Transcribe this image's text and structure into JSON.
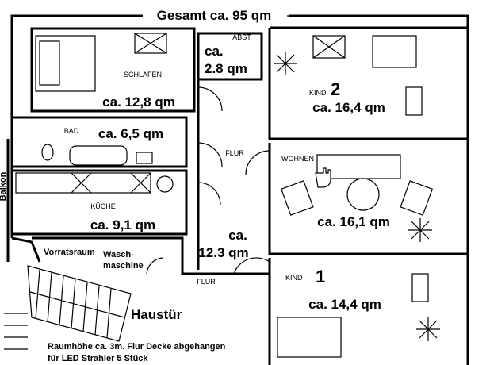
{
  "title": "Gesamt ca. 95 qm",
  "rooms": {
    "schlafen": {
      "label": "SCHLAFEN",
      "area": "ca. 12,8 qm"
    },
    "abst": {
      "label": "ABST",
      "area_line1": "ca.",
      "area_line2": "2.8 qm"
    },
    "bad": {
      "label": "BAD",
      "area": "ca. 6,5 qm"
    },
    "kueche": {
      "label": "KÜCHE",
      "area": "ca. 9,1 qm"
    },
    "flur": {
      "label": "FLUR",
      "area_line1": "ca.",
      "area_line2": "12.3 qm"
    },
    "flur2": {
      "label": "FLUR"
    },
    "kind2": {
      "label": "KIND",
      "number": "2",
      "area": "ca. 16,4 qm"
    },
    "wohnen": {
      "label": "WOHNEN",
      "area": "ca. 16,1 qm"
    },
    "kind1": {
      "label": "KIND",
      "number": "1",
      "area": "ca. 14,4 qm"
    },
    "vorratsraum": {
      "label": "Vorratsraum"
    },
    "waschmaschine": {
      "label_line1": "Wasch-",
      "label_line2": "maschine"
    }
  },
  "balkon": "Balkon",
  "haustuer": "Haustür",
  "note": {
    "line1": "Raumhöhe ca. 3m. Flur Decke abgehangen",
    "line2": "für LED Strahler 5 Stück"
  }
}
